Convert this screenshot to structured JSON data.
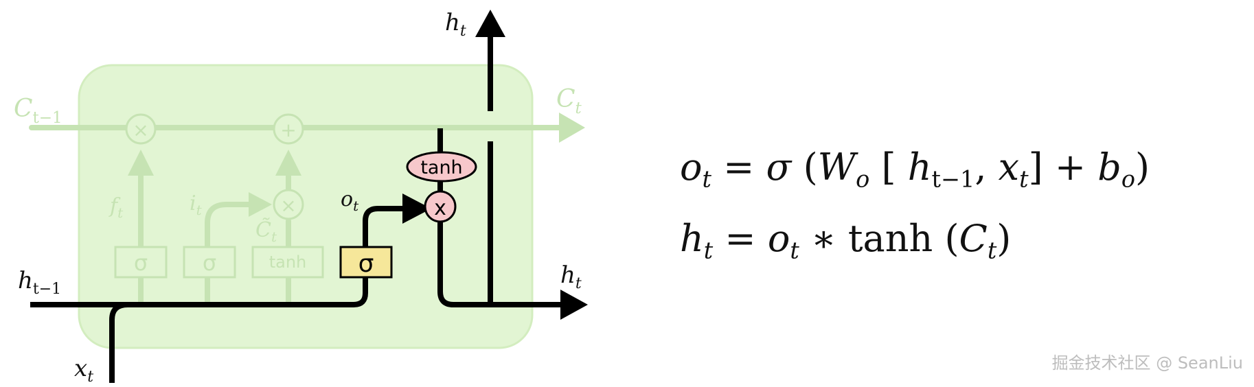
{
  "diagram": {
    "labels": {
      "c_prev": "C",
      "c_prev_sub": "t−1",
      "c_out": "C",
      "c_out_sub": "t",
      "h_top": "h",
      "h_top_sub": "t",
      "h_right": "h",
      "h_right_sub": "t",
      "h_prev": "h",
      "h_prev_sub": "t−1",
      "x_in": "x",
      "x_in_sub": "t",
      "o_gate": "o",
      "o_gate_sub": "t",
      "f_gate": "f",
      "f_gate_sub": "t",
      "i_gate": "i",
      "i_gate_sub": "t",
      "c_tilde": "C̃",
      "c_tilde_sub": "t"
    },
    "blocks": {
      "sigma_forget": "σ",
      "sigma_input": "σ",
      "tanh_candidate": "tanh",
      "sigma_output": "σ",
      "tanh_output": "tanh"
    },
    "ops": {
      "forget_multiply": "×",
      "cell_add": "+",
      "input_multiply": "×",
      "output_multiply": "x"
    }
  },
  "equations": {
    "eq1": {
      "lhs": "o",
      "lhs_sub": "t",
      "eqsign": " = ",
      "fn": "σ",
      "open": " (",
      "w": "W",
      "w_sub": "o",
      "bracket_open": "  [ ",
      "h": "h",
      "h_sub": "t−1",
      "comma": ", ",
      "x": "x",
      "x_sub": "t",
      "bracket_close": "]",
      "plus": "  +  ",
      "b": "b",
      "b_sub": "o",
      "close": ")"
    },
    "eq2": {
      "lhs": "h",
      "lhs_sub": "t",
      "eqsign": " = ",
      "o": "o",
      "o_sub": "t",
      "star": " ∗ ",
      "tanh": "tanh",
      "open": " (",
      "c": "C",
      "c_sub": "t",
      "close": ")"
    }
  },
  "watermark": "掘金技术社区 @ SeanLiu",
  "colors": {
    "cell_fill": "#e2f5d3",
    "cell_stroke": "#d3edbf",
    "faded": "#c6e3b3",
    "sigma_fill": "#f6e79a",
    "tanh_fill": "#f7c8cb",
    "ink": "#000000"
  }
}
